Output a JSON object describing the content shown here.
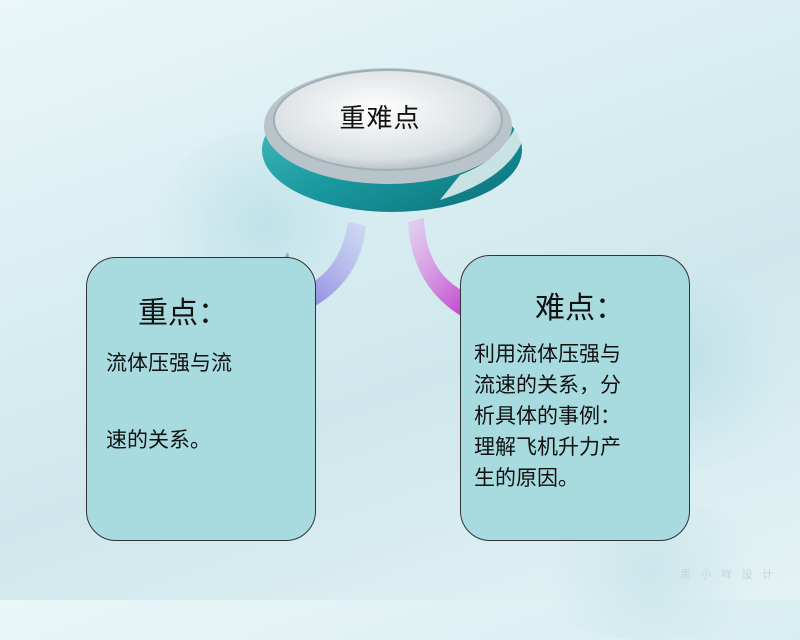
{
  "slide": {
    "title": "重难点",
    "left_box": {
      "heading": "重点：",
      "line1": "流体压强与流",
      "line2": "速的关系。"
    },
    "right_box": {
      "heading": "难点：",
      "lines": [
        "利用流体压强与",
        "流速的关系，分",
        "析具体的事例：",
        "理解飞机升力产",
        "生的原因。"
      ]
    },
    "watermark": "黑 小 咩 设 计"
  },
  "colors": {
    "box_fill": "#a8dbe0",
    "teal": "#1a9aa0",
    "left_arrow": "#7a78d8",
    "right_arrow": "#b033c0"
  }
}
